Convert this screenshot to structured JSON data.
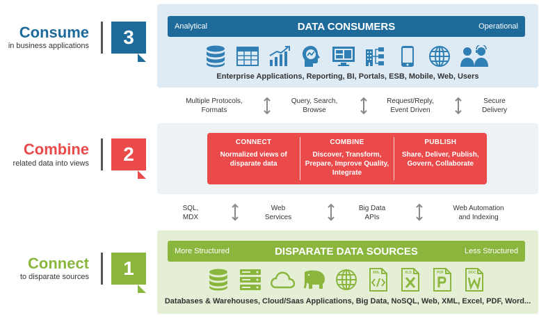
{
  "colors": {
    "consume": "#1e6b9b",
    "combine": "#ea4a4a",
    "connect": "#8bb63e",
    "consume_panel": "#dfebf4",
    "combine_panel": "#eef2f4",
    "connect_panel": "#e4efd6",
    "icon_blue": "#2f7fb5",
    "icon_green": "#8bb63e",
    "arrow": "#888888"
  },
  "steps": [
    {
      "title": "Consume",
      "subtitle": "in business applications",
      "number": "3"
    },
    {
      "title": "Combine",
      "subtitle": "related data into views",
      "number": "2"
    },
    {
      "title": "Connect",
      "subtitle": "to disparate sources",
      "number": "1"
    }
  ],
  "consumers": {
    "left": "Analytical",
    "title": "DATA CONSUMERS",
    "right": "Operational",
    "icons": [
      "database-icon",
      "table-icon",
      "growth-chart-icon",
      "analytics-head-icon",
      "dashboard-monitor-icon",
      "org-chart-icon",
      "mobile-phone-icon",
      "globe-icon",
      "users-icon"
    ],
    "caption": "Enterprise Applications, Reporting, BI, Portals, ESB, Mobile, Web, Users"
  },
  "top_connectors": [
    {
      "text": "Multiple Protocols,\nFormats"
    },
    {
      "text": "Query, Search,\nBrowse"
    },
    {
      "text": "Request/Reply,\nEvent Driven"
    },
    {
      "text": "Secure\nDelivery"
    }
  ],
  "combine": {
    "columns": [
      {
        "heading": "CONNECT",
        "text": "Normalized views of disparate data"
      },
      {
        "heading": "COMBINE",
        "text": "Discover, Transform, Prepare, Improve Quality, Integrate"
      },
      {
        "heading": "PUBLISH",
        "text": "Share, Deliver, Publish, Govern, Collaborate"
      }
    ]
  },
  "bottom_connectors": [
    {
      "text": "SQL,\nMDX"
    },
    {
      "text": "Web\nServices"
    },
    {
      "text": "Big Data\nAPIs"
    },
    {
      "text": "Web Automation\nand Indexing"
    }
  ],
  "sources": {
    "left": "More Structured",
    "title": "DISPARATE DATA SOURCES",
    "right": "Less Structured",
    "icons": [
      "database-icon",
      "server-stack-icon",
      "cloud-icon",
      "hadoop-elephant-icon",
      "globe-icon",
      "xml-file-icon",
      "xls-file-icon",
      "pdf-file-icon",
      "doc-file-icon"
    ],
    "file_labels": [
      "XML",
      "XLS",
      "PDF",
      "DOC"
    ],
    "caption": "Databases & Warehouses, Cloud/Saas Applications, Big Data, NoSQL, Web, XML, Excel, PDF, Word..."
  }
}
